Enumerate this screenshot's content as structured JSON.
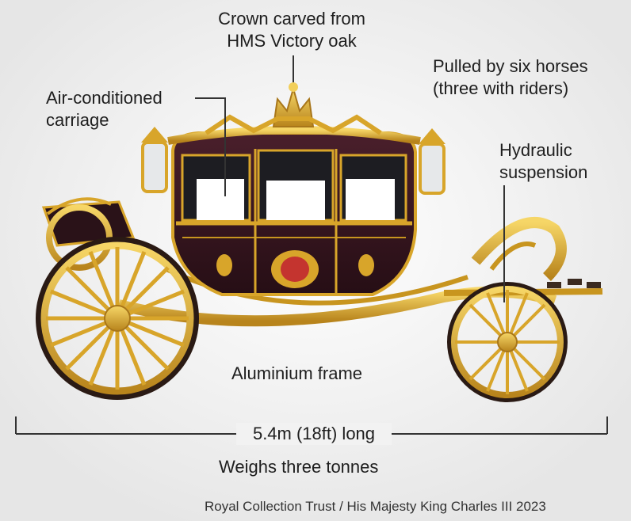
{
  "labels": {
    "crown": [
      "Crown carved from",
      "HMS Victory oak"
    ],
    "air": [
      "Air-conditioned",
      "carriage"
    ],
    "horses": [
      "Pulled by six horses",
      "(three with riders)"
    ],
    "hydraulic": [
      "Hydraulic",
      "suspension"
    ],
    "frame": "Aluminium frame",
    "length": "5.4m (18ft) long",
    "weight": "Weighs three tonnes",
    "credit": "Royal Collection Trust / His Majesty King Charles III 2023"
  },
  "colors": {
    "gold": "#d8a52a",
    "gold_light": "#f2cf5a",
    "body_dark": "#3a1822",
    "window_frame": "#1d1d22",
    "leader_line": "#333333",
    "background": "#f2f2f2"
  },
  "icons": [
    "carriage-illustration"
  ]
}
